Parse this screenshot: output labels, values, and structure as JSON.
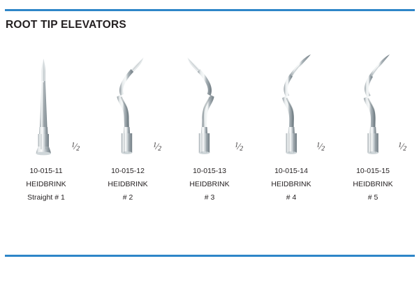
{
  "header": {
    "title": "ROOT TIP ELEVATORS",
    "rule_color": "#2e86c8"
  },
  "scale_mark": {
    "numerator": "1",
    "solidus": "⁄",
    "denominator": "2",
    "full": "1/2"
  },
  "products": [
    {
      "code": "10-015-11",
      "brand": "HEIDBRINK",
      "variant": "Straight # 1",
      "scale": "1/2",
      "shape": "straight-pointed-blade"
    },
    {
      "code": "10-015-12",
      "brand": "HEIDBRINK",
      "variant": "# 2",
      "scale": "1/2",
      "shape": "s-curve-blade-right"
    },
    {
      "code": "10-015-13",
      "brand": "HEIDBRINK",
      "variant": "# 3",
      "scale": "1/2",
      "shape": "s-curve-blade-left"
    },
    {
      "code": "10-015-14",
      "brand": "HEIDBRINK",
      "variant": "# 4",
      "scale": "1/2",
      "shape": "long-hook-right"
    },
    {
      "code": "10-015-15",
      "brand": "HEIDBRINK",
      "variant": "# 5",
      "scale": "1/2",
      "shape": "long-hook-left"
    }
  ],
  "colors": {
    "rule": "#2e86c8",
    "text": "#231f20",
    "background": "#ffffff",
    "metal_light": "#f2f4f5",
    "metal_mid": "#b9c2c6",
    "metal_dark": "#6f7b82",
    "blade_light": "#eef1f2"
  }
}
